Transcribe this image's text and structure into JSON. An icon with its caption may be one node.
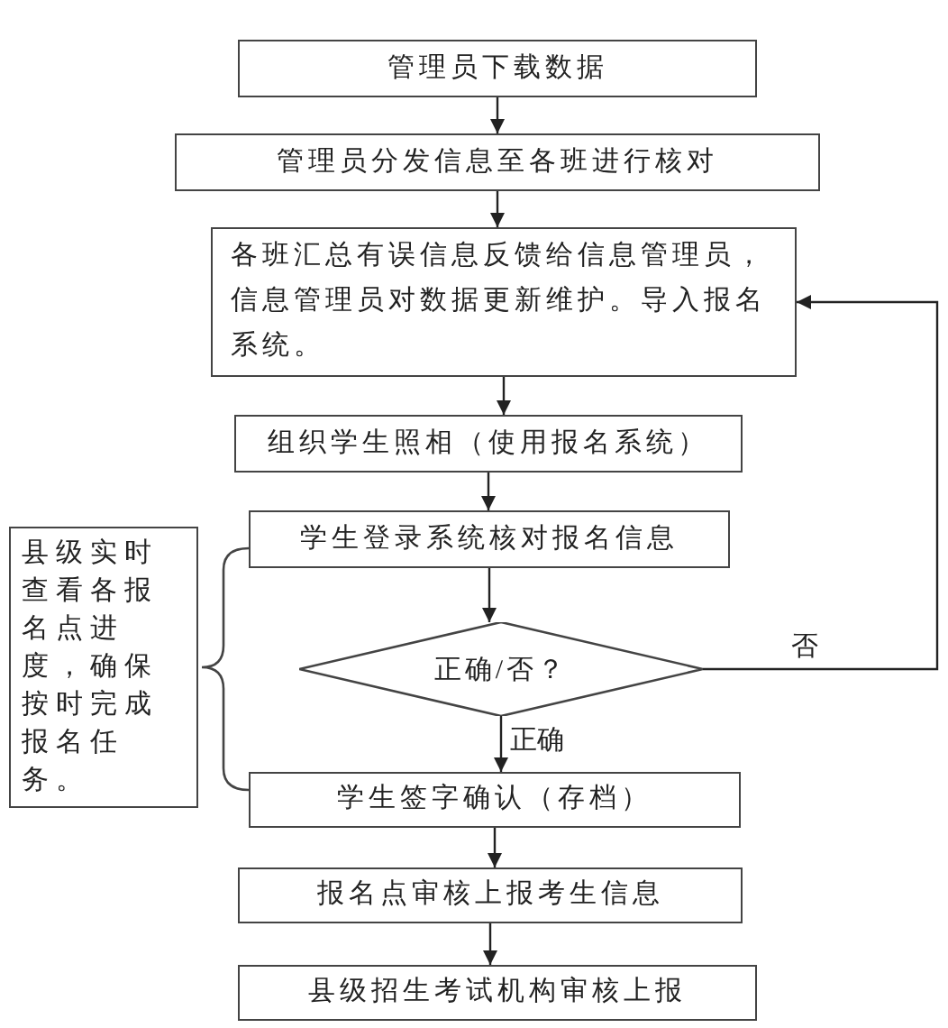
{
  "diagram": {
    "nodes": [
      {
        "text": [
          "管理员下载数据"
        ]
      },
      {
        "text": [
          "管理员分发信息至各班进行核对"
        ]
      },
      {
        "text": [
          "各班汇总有误信息反馈给信息管理员，信息管理员对数据更新维护。导入报名系统。"
        ]
      },
      {
        "text": [
          "组织学生照相（使用报名系统）"
        ]
      },
      {
        "text": [
          "学生登录系统核对报名信息"
        ]
      },
      {
        "text": [
          "正确/否？"
        ]
      },
      {
        "text": [
          "学生签字确认（存档）"
        ]
      },
      {
        "text": [
          "报名点审核上报考生信息"
        ]
      },
      {
        "text": [
          "县级招生考试机构审核上报"
        ]
      },
      {
        "text": [
          "县级实时查看各报名点进度，确保按时完成报名任务。"
        ]
      }
    ],
    "edges": [
      {
        "from": 0,
        "to": 1,
        "arrow": "to"
      },
      {
        "from": 1,
        "to": 2,
        "arrow": "to"
      },
      {
        "from": 2,
        "to": 3,
        "arrow": "to"
      },
      {
        "from": 3,
        "to": 4,
        "arrow": "to"
      },
      {
        "from": 4,
        "to": 5,
        "arrow": "to"
      },
      {
        "from": 5,
        "to": 6,
        "arrow": "to",
        "label": "正确"
      },
      {
        "from": 6,
        "to": 7,
        "arrow": "to"
      },
      {
        "from": 7,
        "to": 8,
        "arrow": "to"
      },
      {
        "from": 5,
        "to": 2,
        "arrow": "to",
        "label": "否"
      }
    ]
  }
}
